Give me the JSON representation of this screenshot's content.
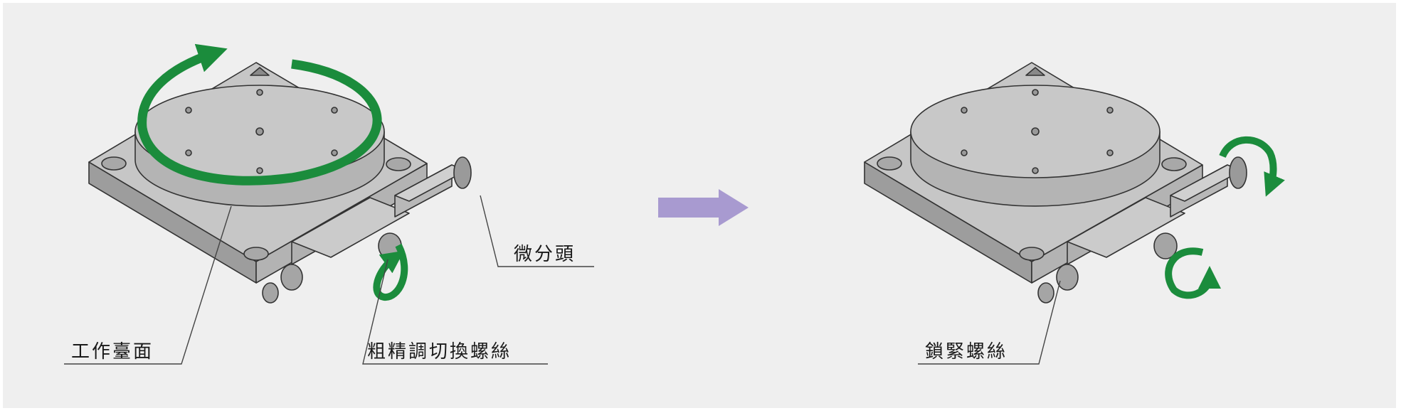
{
  "labels": {
    "work_table": "工作臺面",
    "micrometer_head": "微分頭",
    "coarse_fine_switch_screw": "粗精調切換螺絲",
    "lock_screw": "鎖緊螺絲"
  },
  "colors": {
    "background": "#efefef",
    "rotation_arrow": "#1b8c3c",
    "transition_arrow": "#a89ad0",
    "stage_body": "#c2c2c2",
    "stage_edge": "#333333"
  },
  "icons": {
    "rotation": "curved-arrow-icon",
    "transition": "right-arrow-icon"
  }
}
